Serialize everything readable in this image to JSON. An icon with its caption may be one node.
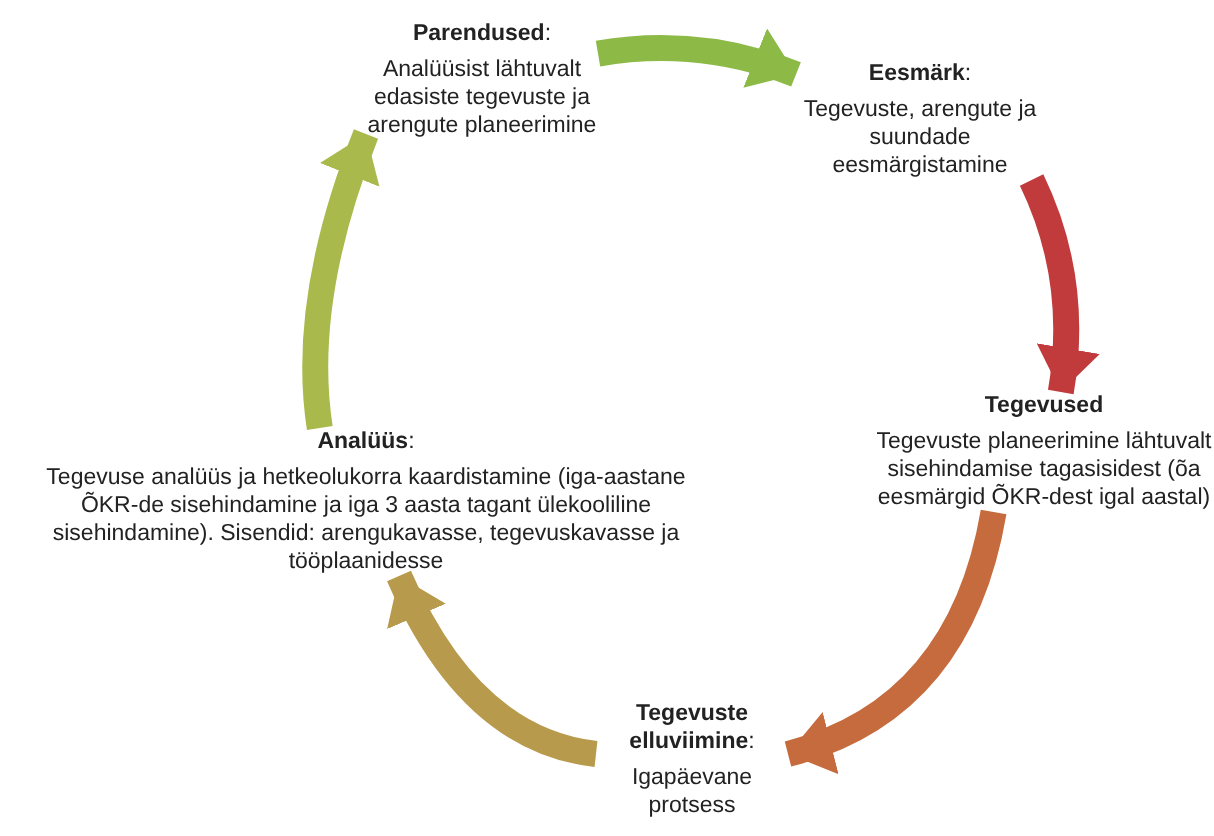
{
  "diagram": {
    "nodes": [
      {
        "text": [
          "**Parendused**:",
          "Analüüsist lähtuvalt edasiste tegevuste ja arengute planeerimine"
        ]
      },
      {
        "text": [
          "**Eesmärk**:",
          "Tegevuste, arengute ja suundade eesmärgistamine"
        ]
      },
      {
        "text": [
          "**Tegevused**",
          "Tegevuste planeerimine lähtuvalt sisehindamise tagasisidest (õa eesmärgid ÕKR-dest igal aastal)"
        ]
      },
      {
        "text": [
          "**Tegevuste elluviimine**:",
          "Igapäevane protsess"
        ]
      },
      {
        "text": [
          "**Analüüs**:",
          "Tegevuse analüüs ja hetkeolukorra kaardistamine (iga-aastane ÕKR-de sisehindamine ja iga 3 aasta tagant ülekooliline sisehindamine). Sisendid: arengukavasse, tegevuskavasse ja tööplaanidesse"
        ]
      }
    ],
    "edges": [
      {
        "from": 0,
        "to": 1,
        "arrow": "to",
        "color": "#8dba47"
      },
      {
        "from": 1,
        "to": 2,
        "arrow": "to",
        "color": "#c23b3c"
      },
      {
        "from": 2,
        "to": 3,
        "arrow": "to",
        "color": "#c56b3d"
      },
      {
        "from": 3,
        "to": 4,
        "arrow": "to",
        "color": "#b89a4c"
      },
      {
        "from": 4,
        "to": 0,
        "arrow": "to",
        "color": "#a9b94b"
      }
    ]
  }
}
